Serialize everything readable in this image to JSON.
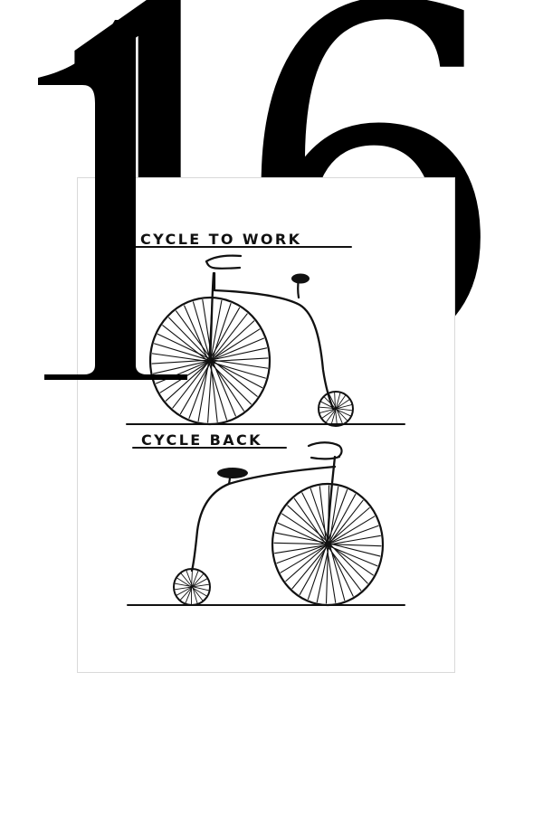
{
  "feature": {
    "number": "16"
  },
  "artwork": {
    "top_caption": "CYCLE TO WORK",
    "bottom_caption": "CYCLE BACK"
  },
  "colors": {
    "background": "#ffffff",
    "ink": "#000000",
    "card_border": "#d9d9d9"
  }
}
